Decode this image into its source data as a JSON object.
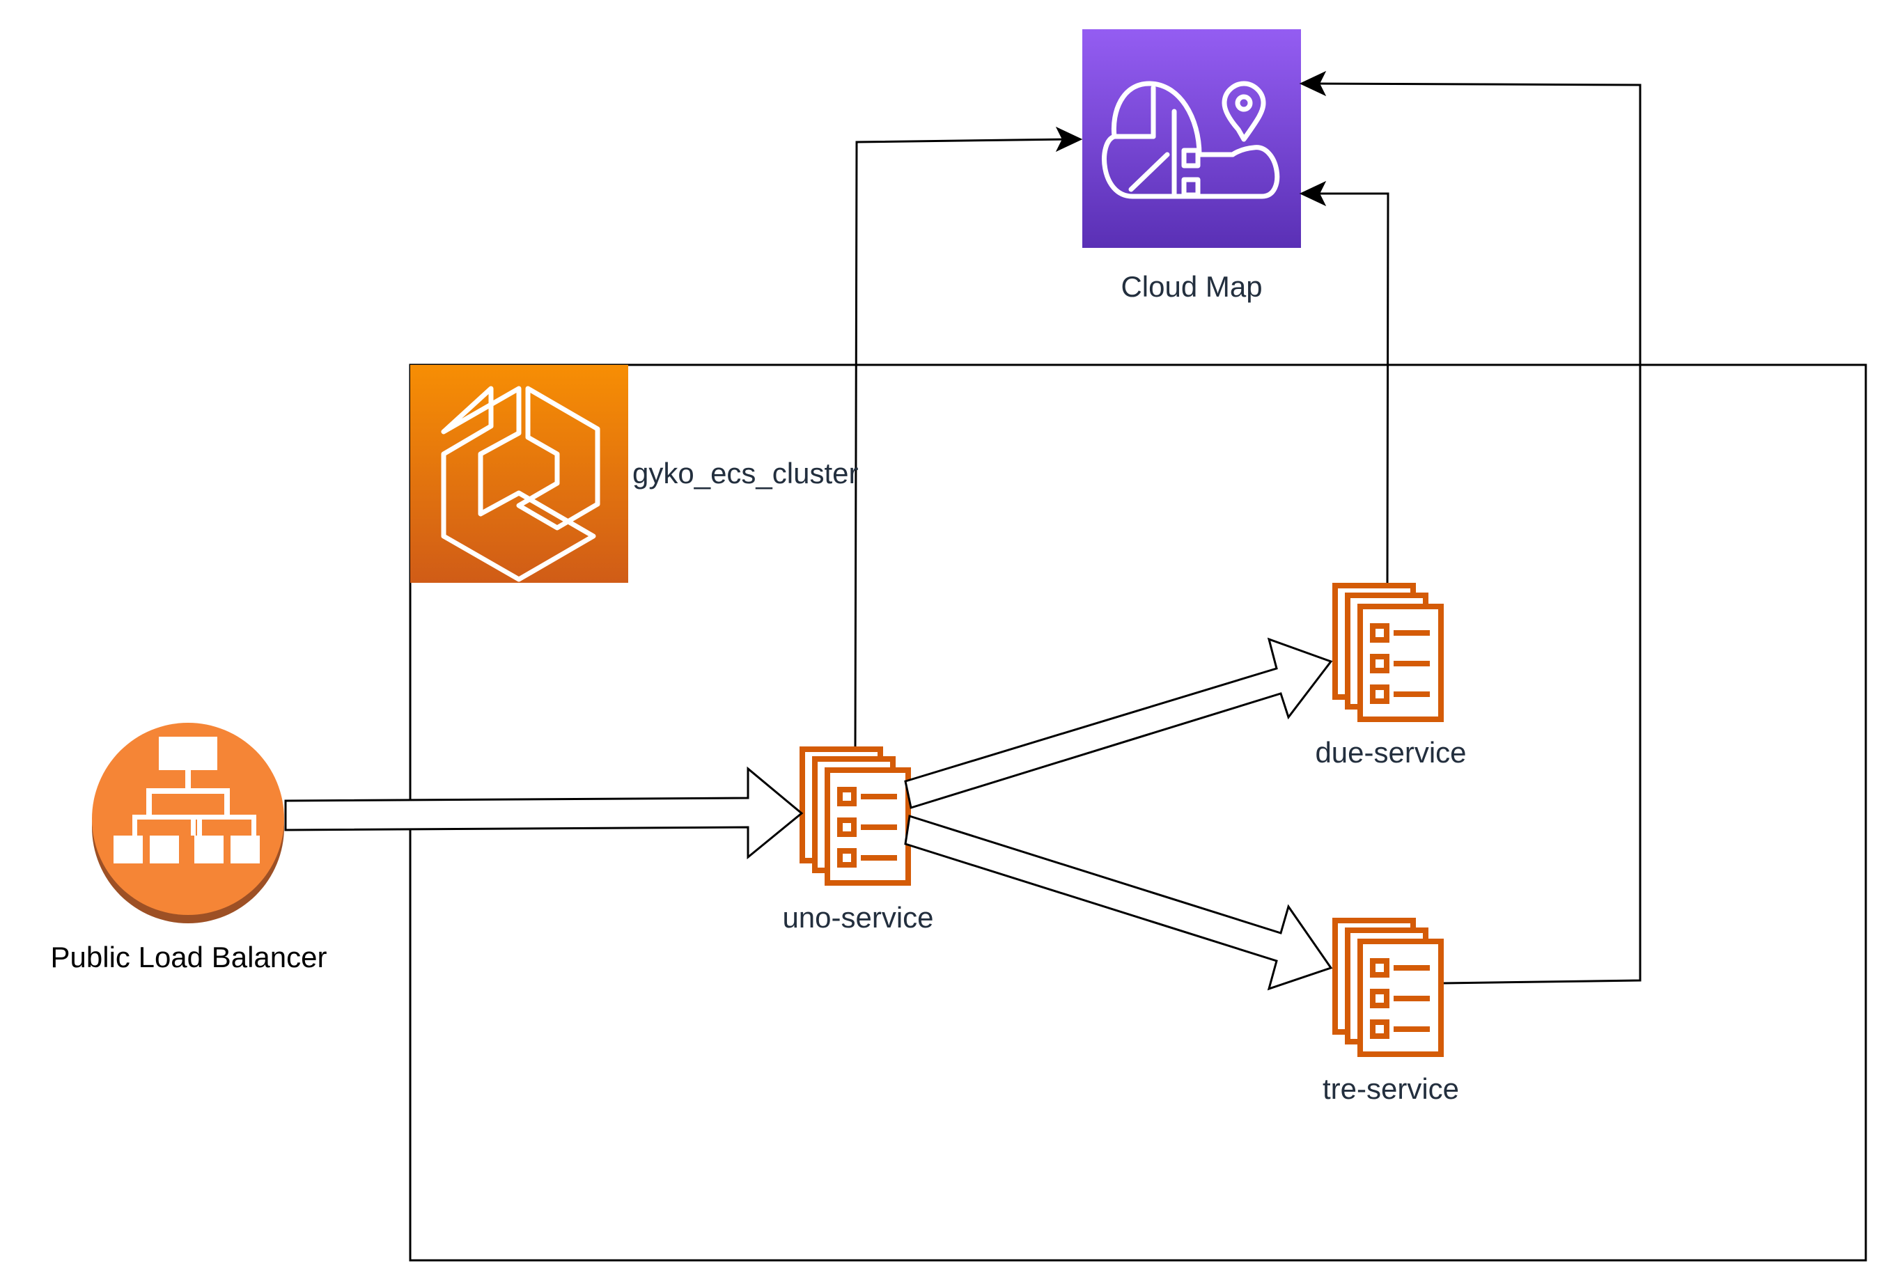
{
  "cluster": {
    "label": "gyko_ecs_cluster",
    "icon": "ecs-cluster-icon"
  },
  "cloud_map": {
    "label": "Cloud Map",
    "icon": "cloud-map-icon"
  },
  "load_balancer": {
    "label": "Public Load Balancer",
    "icon": "load-balancer-icon"
  },
  "services": [
    {
      "id": "uno",
      "label": "uno-service",
      "icon": "service-tasks-icon"
    },
    {
      "id": "due",
      "label": "due-service",
      "icon": "service-tasks-icon"
    },
    {
      "id": "tre",
      "label": "tre-service",
      "icon": "service-tasks-icon"
    }
  ],
  "connections": [
    {
      "from": "Public Load Balancer",
      "to": "uno-service",
      "style": "block-arrow"
    },
    {
      "from": "uno-service",
      "to": "due-service",
      "style": "block-arrow"
    },
    {
      "from": "uno-service",
      "to": "tre-service",
      "style": "block-arrow"
    },
    {
      "from": "uno-service",
      "to": "Cloud Map",
      "style": "line-arrow"
    },
    {
      "from": "due-service",
      "to": "Cloud Map",
      "style": "line-arrow"
    },
    {
      "from": "tre-service",
      "to": "Cloud Map",
      "style": "line-arrow"
    }
  ],
  "colors": {
    "cloud_map_top": "#945df2",
    "cloud_map_bottom": "#5a30b5",
    "ecs_top": "#f78e04",
    "ecs_bottom": "#d05c17",
    "service_orange": "#d45b07",
    "load_balancer": "#f58536",
    "load_balancer_shadow": "#9d5025",
    "line": "#000000"
  }
}
